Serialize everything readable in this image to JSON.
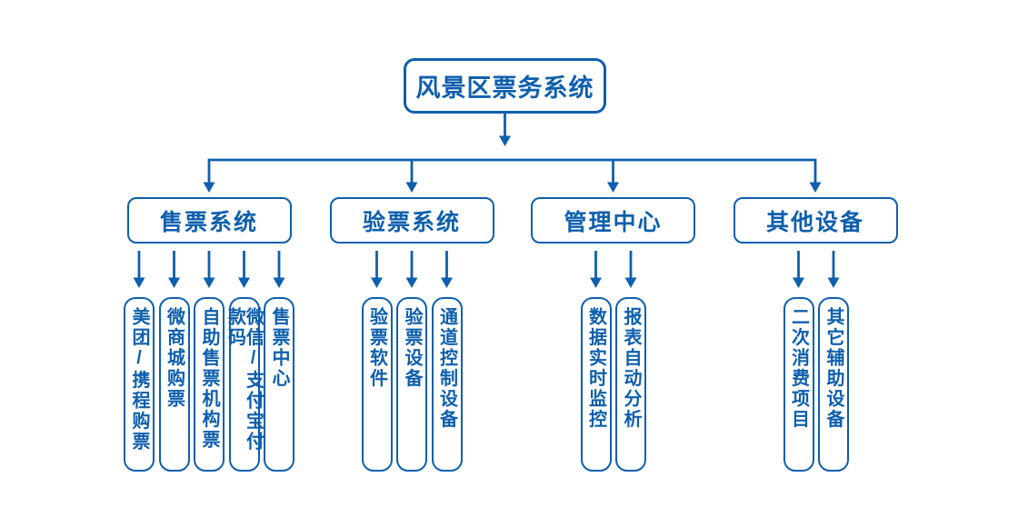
{
  "colors": {
    "accent": "#0e5fad",
    "background": "#ffffff"
  },
  "tree": {
    "root": {
      "label": "风景区票务系统"
    },
    "branches": [
      {
        "label": "售票系统",
        "children": [
          "美团/携程购票",
          "微商城购票",
          "自助售票机构票",
          "微信/支付宝付款码",
          "售票中心"
        ]
      },
      {
        "label": "验票系统",
        "children": [
          "验票软件",
          "验票设备",
          "通道控制设备"
        ]
      },
      {
        "label": "管理中心",
        "children": [
          "数据实时监控",
          "报表自动分析"
        ]
      },
      {
        "label": "其他设备",
        "children": [
          "二次消费项目",
          "其它辅助设备"
        ]
      }
    ]
  }
}
